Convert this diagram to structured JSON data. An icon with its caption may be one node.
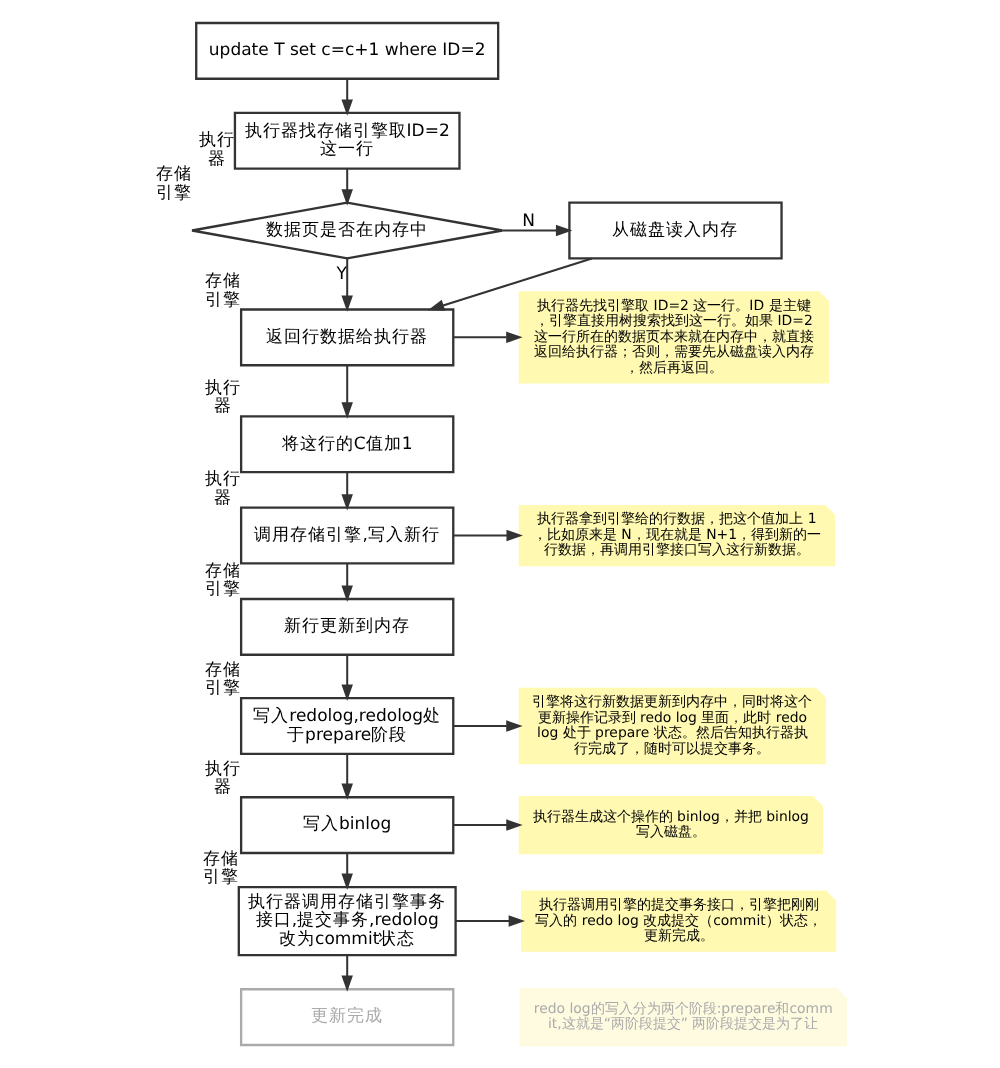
{
  "diagram": {
    "nodes": [
      {
        "text": [
          "update T set c=c+1 where ID=2"
        ]
      },
      {
        "text": [
          "执行器找存储引擎取ID=2这一行"
        ],
        "beside": [
          "执行器"
        ]
      },
      {
        "text": [
          "数据页是否在内存中"
        ],
        "beside": [
          "存储引擎"
        ]
      },
      {
        "text": [
          "从磁盘读入内存"
        ]
      },
      {
        "text": [
          "返回行数据给执行器"
        ],
        "beside": [
          "存储引擎"
        ]
      },
      {
        "text": [
          "执行器先找引擎取 ID=2 这一行。ID 是主键，引擎直接用树搜索找到这一行。如果 ID=2 这一行所在的数据页本来就在内存中，就直接返回给执行器；否则，需要先从磁盘读入内存，然后再返回。"
        ]
      },
      {
        "text": [
          "将这行的C值加1"
        ],
        "beside": [
          "执行器"
        ]
      },
      {
        "text": [
          "调用存储引擎,写入新行"
        ],
        "beside": [
          "执行器"
        ]
      },
      {
        "text": [
          "执行器拿到引擎给的行数据，把这个值加上 1，比如原来是 N，现在就是 N+1，得到新的一行数据，再调用引擎接口写入这行新数据。"
        ]
      },
      {
        "text": [
          "新行更新到内存"
        ],
        "beside": [
          "存储引擎"
        ]
      },
      {
        "text": [
          "写入redolog,redolog处于prepare阶段"
        ],
        "beside": [
          "存储引擎"
        ]
      },
      {
        "text": [
          "引擎将这行新数据更新到内存中，同时将这个更新操作记录到 redo log 里面，此时 redo log 处于 prepare 状态。然后告知执行器执行完成了，随时可以提交事务。"
        ]
      },
      {
        "text": [
          "写入binlog"
        ],
        "beside": [
          "执行器"
        ]
      },
      {
        "text": [
          "执行器生成这个操作的 binlog，并把 binlog 写入磁盘。"
        ]
      },
      {
        "text": [
          "执行器调用存储引擎事务接口,提交事务,redolog改为commit状态"
        ],
        "beside": [
          "存储引擎"
        ]
      },
      {
        "text": [
          "执行器调用引擎的提交事务接口，引擎把刚刚写入的 redo log 改成提交（commit）状态，更新完成。"
        ]
      },
      {
        "text": [
          "更新完成"
        ]
      },
      {
        "text": [
          "redo log的写入分为两个阶段:prepare和commit,这就是“两阶段提交” 两阶段提交是为了让"
        ]
      }
    ],
    "edges": [
      {
        "from": 0,
        "to": 1,
        "arrow": "to"
      },
      {
        "from": 1,
        "to": 2,
        "arrow": "to"
      },
      {
        "from": 2,
        "to": 3,
        "arrow": "to",
        "label": "N"
      },
      {
        "from": 2,
        "to": 4,
        "arrow": "to",
        "label": "Y"
      },
      {
        "from": 3,
        "to": 4,
        "arrow": "to"
      },
      {
        "from": 4,
        "to": 5,
        "arrow": "to"
      },
      {
        "from": 4,
        "to": 6,
        "arrow": "to"
      },
      {
        "from": 6,
        "to": 7,
        "arrow": "to"
      },
      {
        "from": 7,
        "to": 8,
        "arrow": "to"
      },
      {
        "from": 7,
        "to": 9,
        "arrow": "to"
      },
      {
        "from": 9,
        "to": 10,
        "arrow": "to"
      },
      {
        "from": 10,
        "to": 11,
        "arrow": "to"
      },
      {
        "from": 10,
        "to": 12,
        "arrow": "to"
      },
      {
        "from": 12,
        "to": 13,
        "arrow": "to"
      },
      {
        "from": 12,
        "to": 14,
        "arrow": "to"
      },
      {
        "from": 14,
        "to": 15,
        "arrow": "to"
      },
      {
        "from": 14,
        "to": 16,
        "arrow": "to"
      }
    ]
  }
}
